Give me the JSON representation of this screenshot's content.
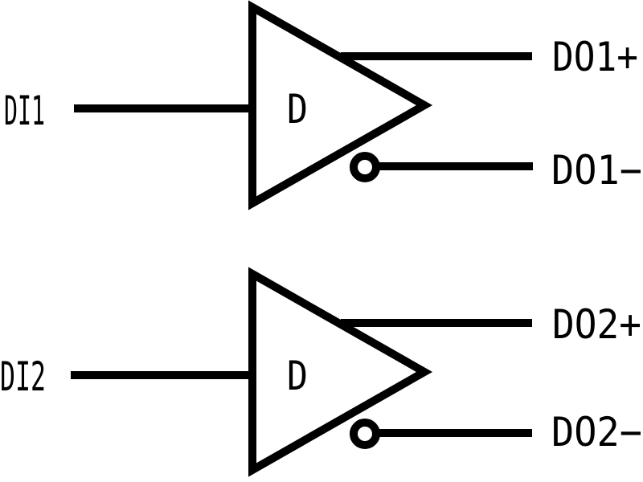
{
  "figure": {
    "background_color": "#ffffff",
    "line_color": "#000000",
    "drivers": [
      {
        "symbol_label": "D",
        "input_label": "DI1",
        "output_pos_label": "DO1+",
        "output_neg_label": "DO1−"
      },
      {
        "symbol_label": "D",
        "input_label": "DI2",
        "output_pos_label": "DO2+",
        "output_neg_label": "DO2−"
      }
    ]
  }
}
